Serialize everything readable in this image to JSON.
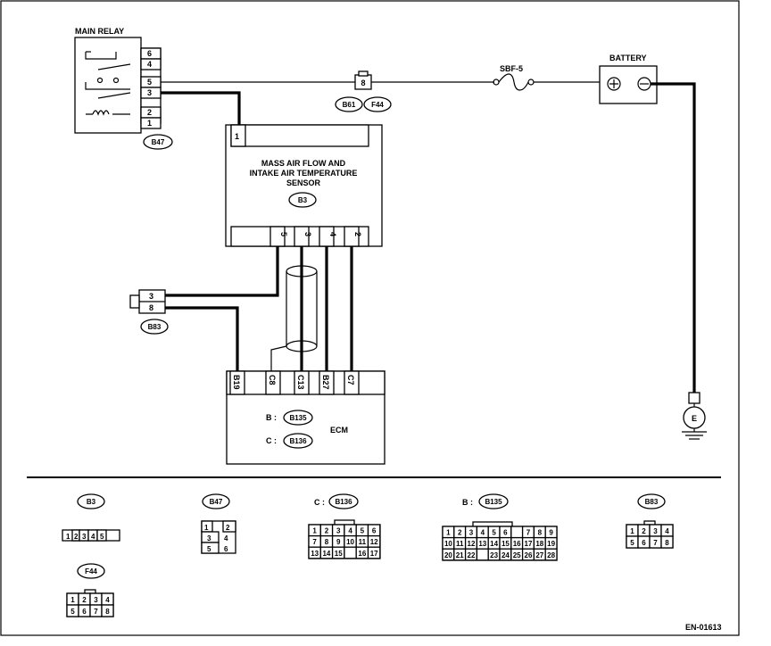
{
  "main_relay": {
    "title": "MAIN RELAY",
    "pins": [
      "6",
      "4",
      "5",
      "3",
      "2",
      "1"
    ],
    "connector": "B47"
  },
  "battery": {
    "title": "BATTERY"
  },
  "fuse": {
    "label": "SBF-5"
  },
  "inline_connector": {
    "pin": "8",
    "connectors": [
      "B61",
      "F44"
    ]
  },
  "sensor": {
    "name_lines": [
      "MASS AIR FLOW AND",
      "INTAKE AIR TEMPERATURE",
      "SENSOR"
    ],
    "connector": "B3",
    "top_pin": "1",
    "bottom_pins": [
      "5",
      "3",
      "4",
      "2"
    ]
  },
  "b83_connector": {
    "pins": [
      "3",
      "8"
    ],
    "label": "B83"
  },
  "ecm": {
    "name": "ECM",
    "pins": [
      "B19",
      "C8",
      "C13",
      "B27",
      "C7"
    ],
    "connectors": [
      {
        "prefix": "B :",
        "name": "B135"
      },
      {
        "prefix": "C :",
        "name": "B136"
      }
    ]
  },
  "ground": {
    "label": "E"
  },
  "legend": {
    "b3": {
      "label": "B3",
      "rows": [
        [
          "1",
          "2",
          "3",
          "4",
          "5"
        ]
      ]
    },
    "b47": {
      "label": "B47",
      "rows": [
        [
          "1",
          "",
          "2"
        ],
        [
          "3",
          "4"
        ],
        [
          "5",
          "6"
        ]
      ]
    },
    "b136": {
      "prefix": "C :",
      "label": "B136",
      "rows": [
        [
          "1",
          "2",
          "3",
          "4",
          "5",
          "6"
        ],
        [
          "7",
          "8",
          "9",
          "10",
          "11",
          "12"
        ],
        [
          "13",
          "14",
          "15",
          "",
          "16",
          "17"
        ]
      ]
    },
    "b135": {
      "prefix": "B :",
      "label": "B135",
      "rows": [
        [
          "1",
          "2",
          "3",
          "4",
          "5",
          "6",
          "",
          "7",
          "8",
          "9"
        ],
        [
          "10",
          "11",
          "12",
          "13",
          "14",
          "15",
          "16",
          "17",
          "18",
          "19"
        ],
        [
          "20",
          "21",
          "22",
          "",
          "23",
          "24",
          "25",
          "26",
          "27",
          "28"
        ]
      ]
    },
    "b83": {
      "label": "B83",
      "rows": [
        [
          "1",
          "2",
          "3",
          "4"
        ],
        [
          "5",
          "6",
          "7",
          "8"
        ]
      ]
    },
    "f44": {
      "label": "F44",
      "rows": [
        [
          "1",
          "2",
          "3",
          "4"
        ],
        [
          "5",
          "6",
          "7",
          "8"
        ]
      ]
    }
  },
  "footer_code": "EN-01613"
}
